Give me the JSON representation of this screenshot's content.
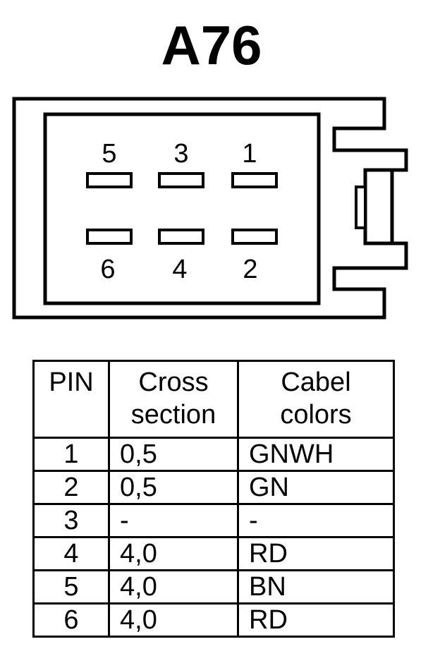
{
  "title": "A76",
  "connector": {
    "pins_top": [
      "5",
      "3",
      "1"
    ],
    "pins_bottom": [
      "6",
      "4",
      "2"
    ]
  },
  "table": {
    "headers": {
      "pin": "PIN",
      "cross_line1": "Cross",
      "cross_line2": "section",
      "color_line1": "Cabel",
      "color_line2": "colors"
    },
    "rows": [
      {
        "pin": "1",
        "cross": "0,5",
        "color": "GNWH"
      },
      {
        "pin": "2",
        "cross": "0,5",
        "color": "GN"
      },
      {
        "pin": "3",
        "cross": "-",
        "color": "-"
      },
      {
        "pin": "4",
        "cross": "4,0",
        "color": "RD"
      },
      {
        "pin": "5",
        "cross": "4,0",
        "color": "BN"
      },
      {
        "pin": "6",
        "cross": "4,0",
        "color": "RD"
      }
    ]
  }
}
